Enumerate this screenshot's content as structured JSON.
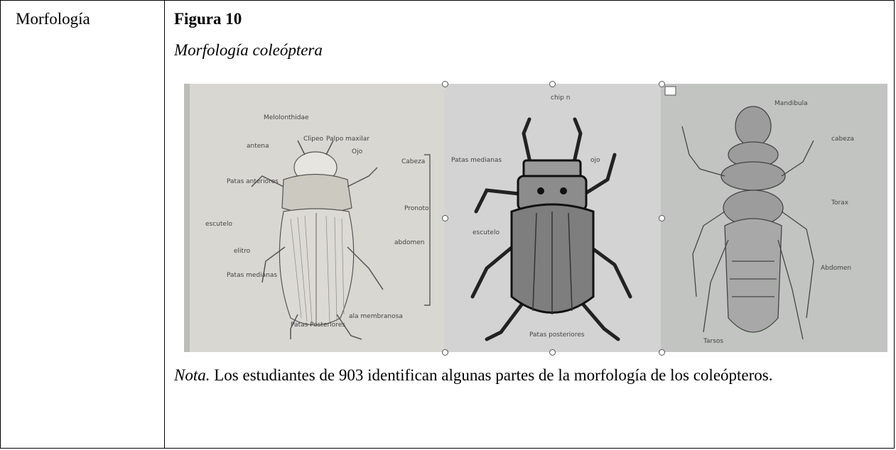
{
  "table": {
    "left_cell": "Morfología",
    "figure_number": "Figura 10",
    "figure_title": "Morfología coleóptera",
    "note_label": "Nota.",
    "note_text": " Los estudiantes de 903 identifican algunas partes de la morfología de los coleópteros."
  },
  "figure": {
    "panel1_labels": {
      "title": "Melolonthidae",
      "antena": "antena",
      "clipeo": "Clipeo",
      "palpo": "Palpo maxilar",
      "ojo": "Ojo",
      "patas_ant": "Patas anteriores",
      "cabeza": "Cabeza",
      "pronoto": "Pronoto",
      "escutelo": "escutelo",
      "abdomen": "abdomen",
      "elitro": "elitro",
      "patas_med": "Patas medianas",
      "ala": "ala membranosa",
      "patas_post": "Patas Posteriores"
    },
    "panel2_labels": {
      "chipin": "chip n",
      "patas": "Patas medianas",
      "ojo": "ojo",
      "escutelo": "escutelo",
      "patas_post": "Patas posteriores"
    },
    "panel3_labels": {
      "mandibula": "Mandibula",
      "cabeza": "cabeza",
      "torax": "Torax",
      "abdomen": "Abdomen",
      "tarsos": "Tarsos"
    }
  }
}
